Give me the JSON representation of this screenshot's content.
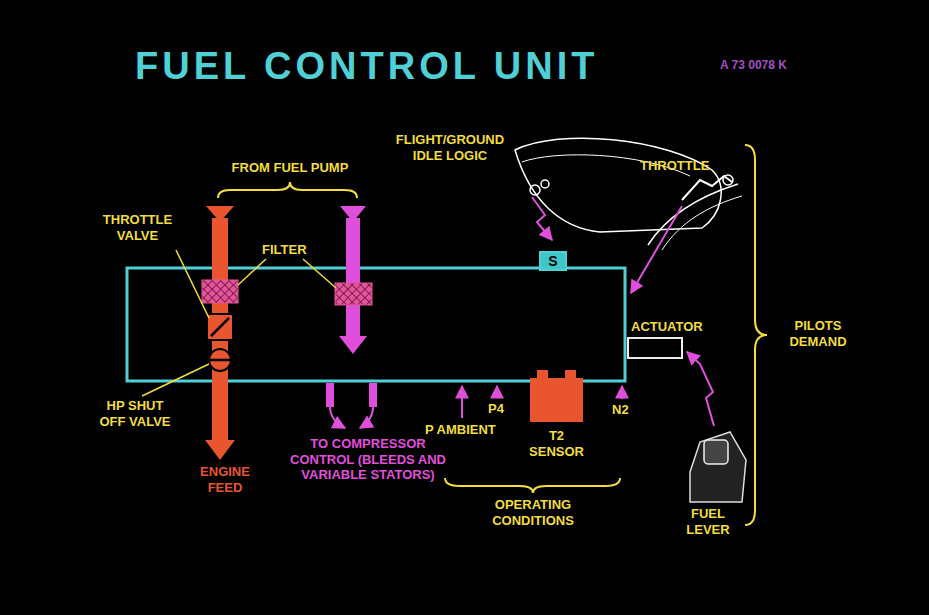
{
  "diagram": {
    "title": "FUEL CONTROL UNIT",
    "nodes": [
      {
        "text": [
          "S"
        ]
      },
      {
        "text": [
          "T2 SENSOR"
        ]
      },
      {
        "text": [
          "ACTUATOR"
        ]
      }
    ],
    "labels": [
      "A 73 0078 K",
      "FROM FUEL PUMP",
      "THROTTLE VALVE",
      "FILTER",
      "HP SHUT OFF VALVE",
      "ENGINE FEED",
      "TO COMPRESSOR CONTROL (BLEEDS AND VARIABLE STATORS)",
      "FLIGHT/GROUND IDLE LOGIC",
      "THROTTLE",
      "PILOTS DEMAND",
      "P AMBIENT",
      "P4",
      "N2",
      "OPERATING CONDITIONS",
      "FUEL LEVER"
    ]
  }
}
